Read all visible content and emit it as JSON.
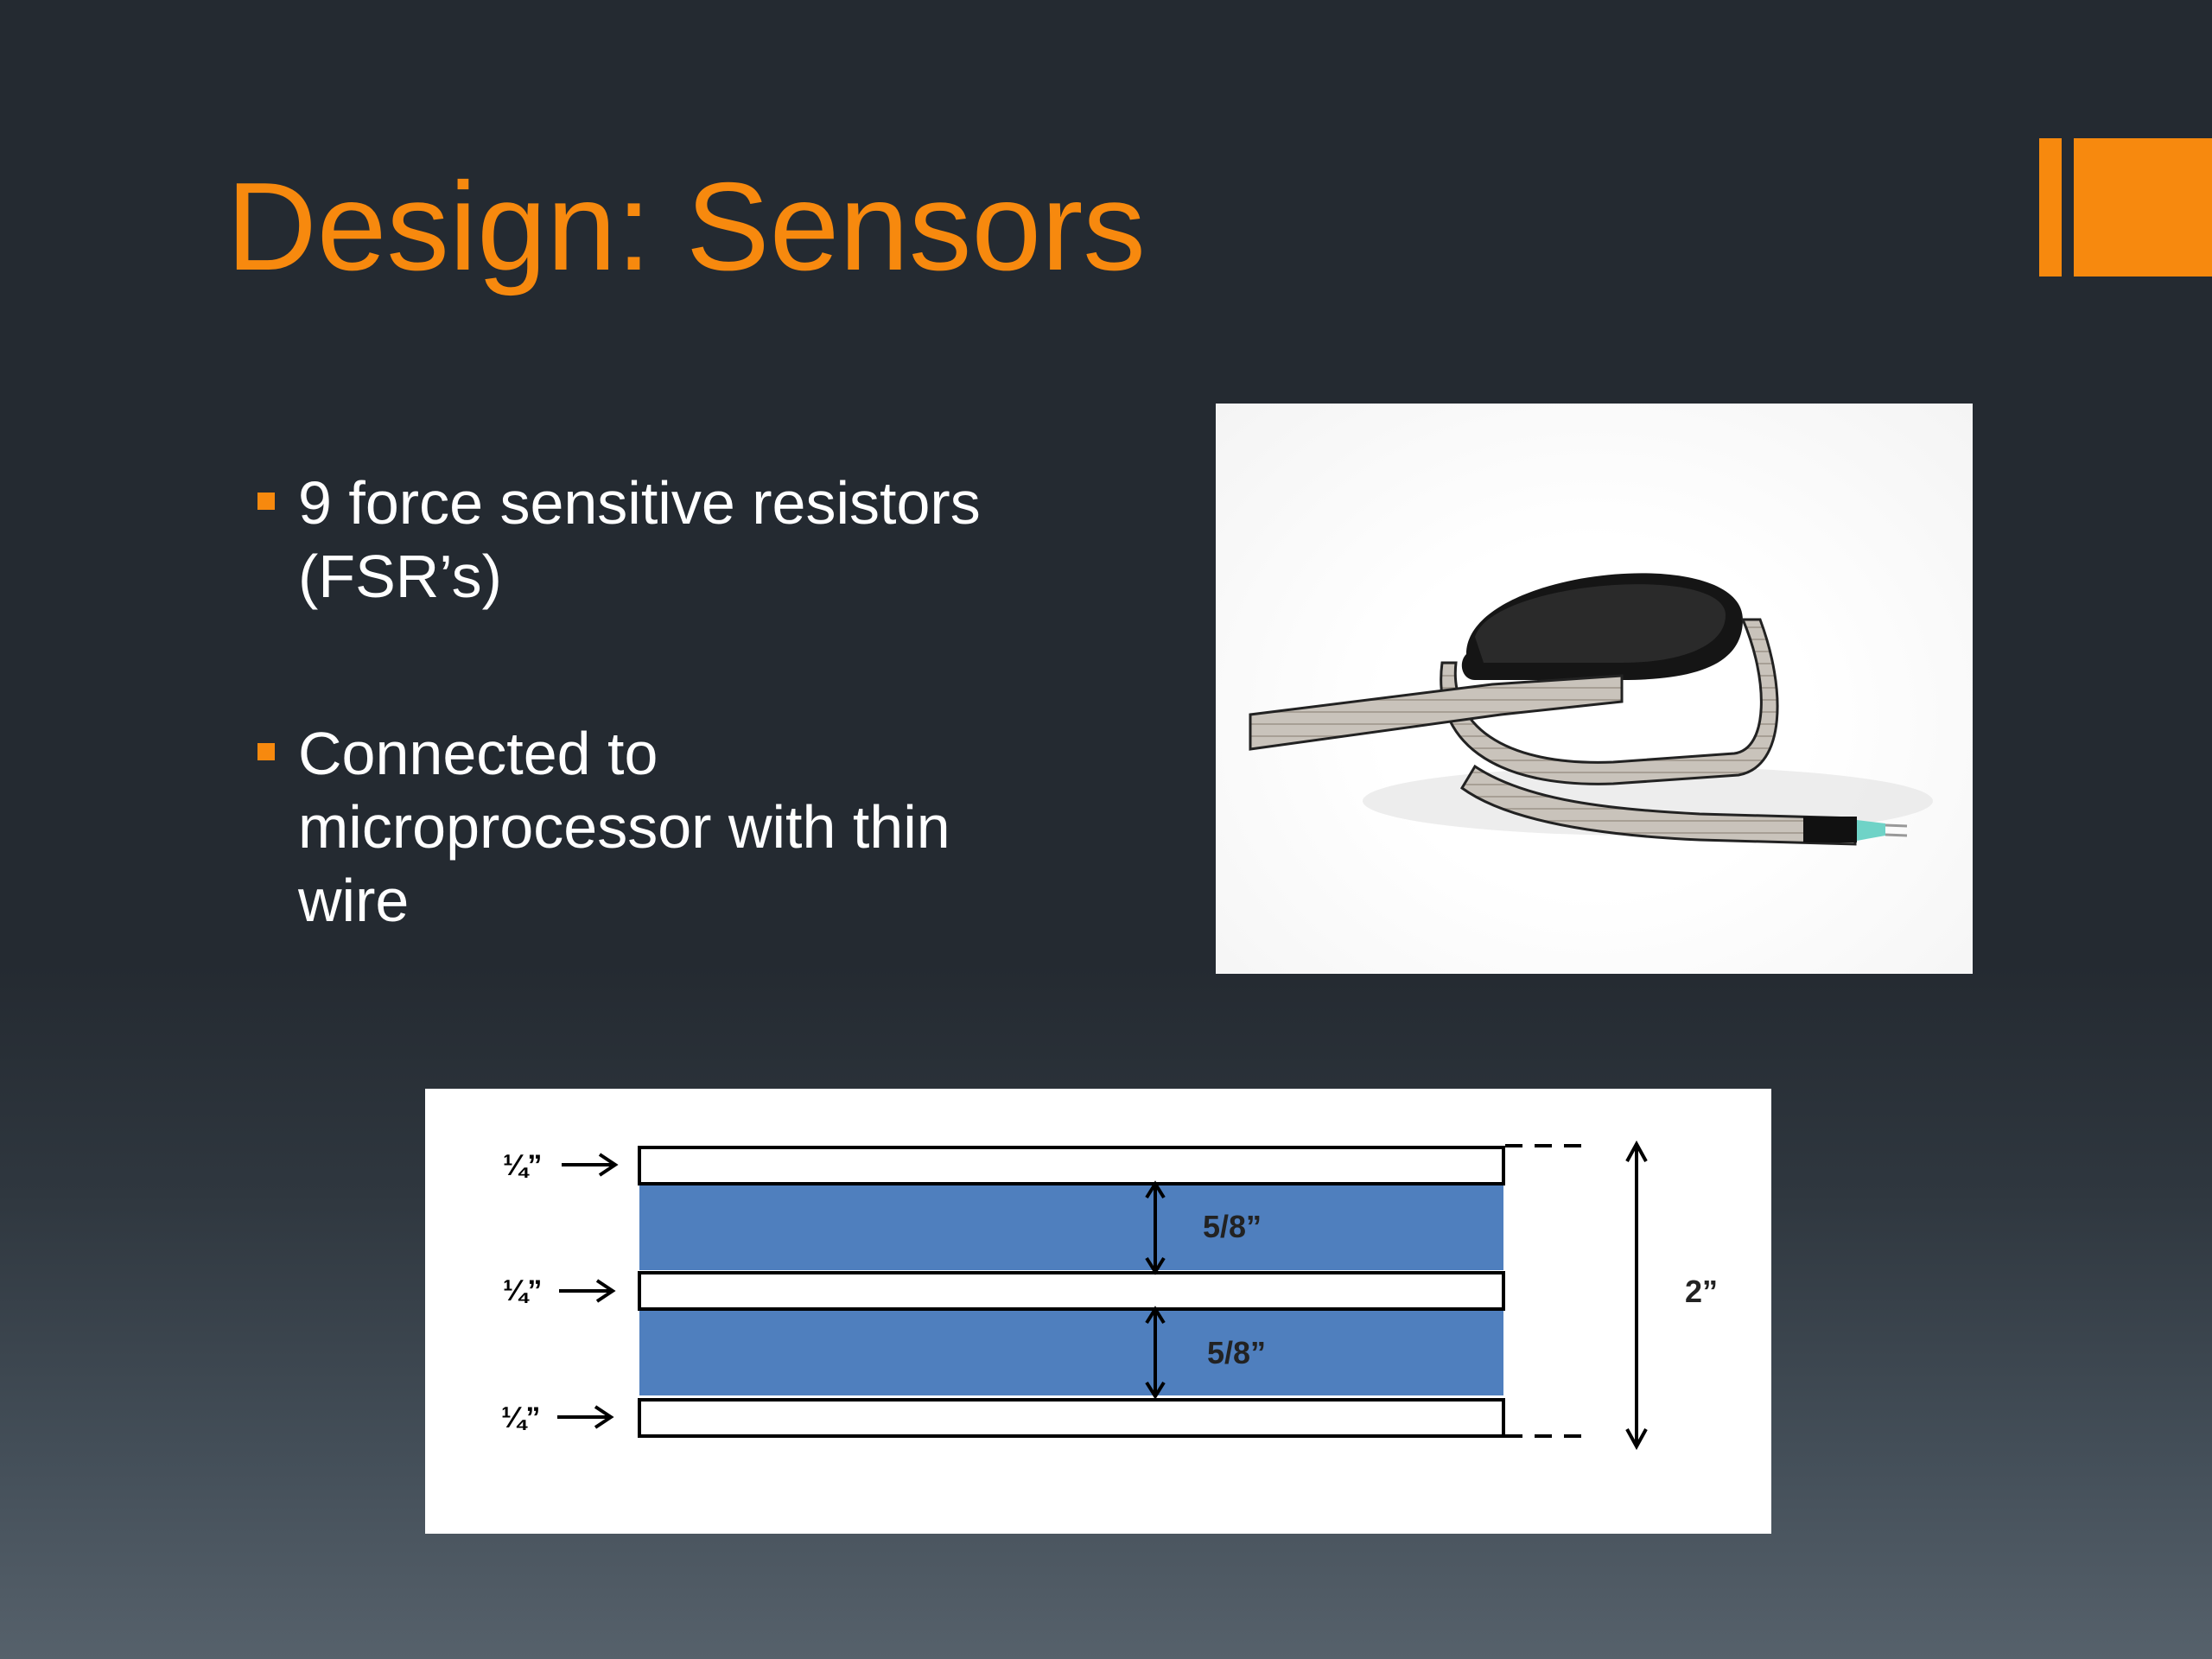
{
  "slide": {
    "title": "Design: Sensors",
    "accent_color": "#f7890e",
    "background_color": "#242a31"
  },
  "bullets": [
    {
      "text": "9 force sensitive resistors (FSR’s)"
    },
    {
      "text": "Connected to microprocessor with thin wire"
    }
  ],
  "diagram": {
    "strip_labels": [
      "¼”",
      "¼”",
      "¼”"
    ],
    "gap_labels": [
      "5/8”",
      "5/8”"
    ],
    "total_label": "2”",
    "band_color": "#4f7fbe"
  }
}
